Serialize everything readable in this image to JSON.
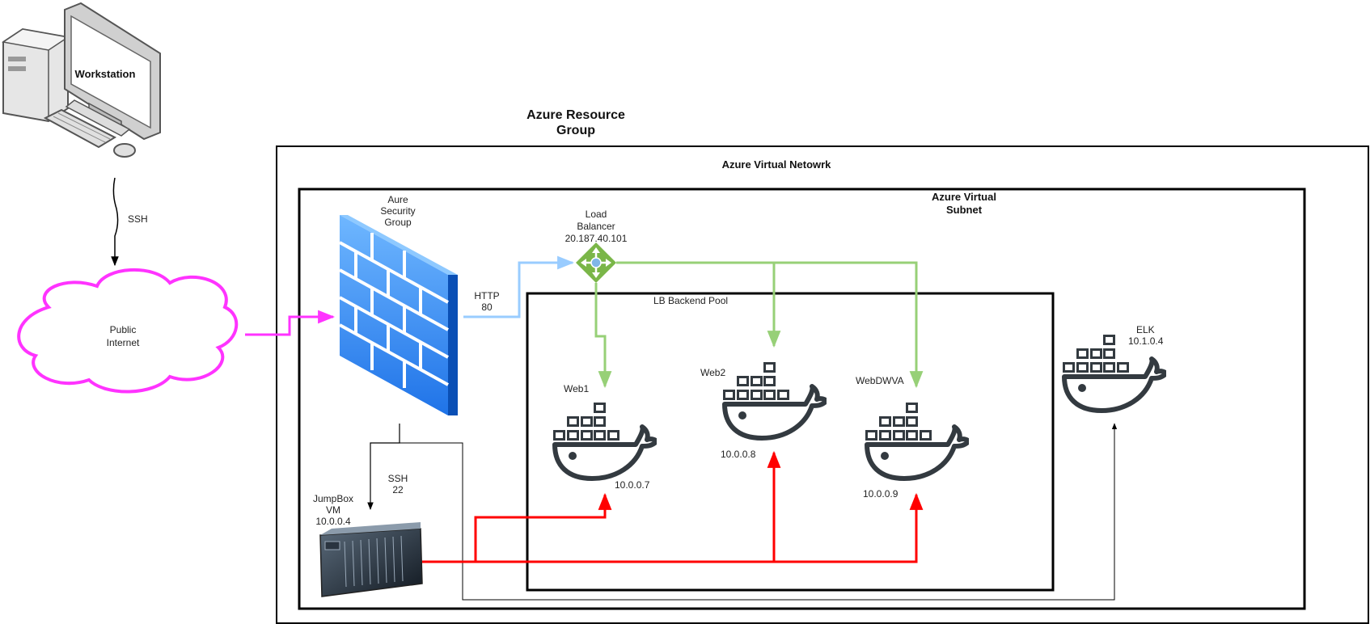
{
  "labels": {
    "workstation": "Workstation",
    "ssh_top": "SSH",
    "public_internet_1": "Public",
    "public_internet_2": "Internet",
    "resource_group_1": "Azure Resource",
    "resource_group_2": "Group",
    "virtual_network": "Azure Virtual Netowrk",
    "virtual_subnet_1": "Azure Virtual",
    "virtual_subnet_2": "Subnet",
    "nsg_1": "Aure",
    "nsg_2": "Security",
    "nsg_3": "Group",
    "http_1": "HTTP",
    "http_2": "80",
    "lb_1": "Load",
    "lb_2": "Balancer",
    "lb_ip": "20.187.40.101",
    "backend_pool": "LB Backend Pool",
    "web1_name": "Web1",
    "web1_ip": "10.0.0.7",
    "web2_name": "Web2",
    "web2_ip": "10.0.0.8",
    "webdvwa_name": "WebDWVA",
    "webdvwa_ip": "10.0.0.9",
    "elk_name": "ELK",
    "elk_ip": "10.1.0.4",
    "ssh22_1": "SSH",
    "ssh22_2": "22",
    "jumpbox_1": "JumpBox",
    "jumpbox_2": "VM",
    "jumpbox_ip": "10.0.0.4"
  },
  "colors": {
    "internet": "#ff33ff",
    "http": "#99ccff",
    "lb_links": "#97d077",
    "jump_links": "#ff0000",
    "containers": "#333a40",
    "lb_icon": "#7ab648",
    "firewall": "#2b87f0"
  },
  "icons": [
    "workstation-icon",
    "cloud-icon",
    "firewall-icon",
    "load-balancer-icon",
    "docker-icon",
    "server-icon"
  ]
}
